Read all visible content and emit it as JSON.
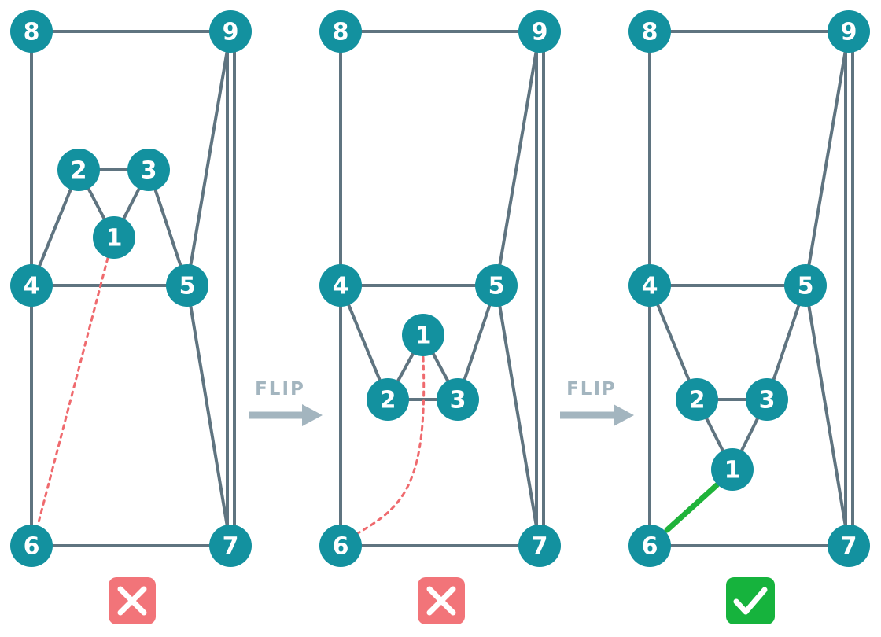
{
  "colors": {
    "node": "#13919f",
    "edge": "#5f7480",
    "invalid_edge": "#ef6a6e",
    "valid_edge": "#1fb33a",
    "arrow": "#a3b5bf",
    "badge_fail": "#f27479",
    "badge_pass": "#16b33d"
  },
  "flip_label": "FLIP",
  "panels": [
    {
      "nodes": [
        {
          "id": "8",
          "label": "8"
        },
        {
          "id": "9",
          "label": "9"
        },
        {
          "id": "2",
          "label": "2"
        },
        {
          "id": "3",
          "label": "3"
        },
        {
          "id": "1",
          "label": "1"
        },
        {
          "id": "4",
          "label": "4"
        },
        {
          "id": "5",
          "label": "5"
        },
        {
          "id": "6",
          "label": "6"
        },
        {
          "id": "7",
          "label": "7"
        }
      ],
      "edges": [
        [
          "8",
          "9"
        ],
        [
          "8",
          "4"
        ],
        [
          "4",
          "6"
        ],
        [
          "6",
          "7"
        ],
        [
          "4",
          "5"
        ],
        [
          "9",
          "5"
        ],
        [
          "9",
          "7"
        ],
        [
          "5",
          "7"
        ],
        [
          "2",
          "3"
        ],
        [
          "2",
          "1"
        ],
        [
          "3",
          "1"
        ],
        [
          "2",
          "4"
        ],
        [
          "3",
          "5"
        ]
      ],
      "new_edge": {
        "from": "1",
        "to": "6",
        "status": "invalid"
      },
      "result_badge": "fail-icon"
    },
    {
      "nodes": [
        {
          "id": "8",
          "label": "8"
        },
        {
          "id": "9",
          "label": "9"
        },
        {
          "id": "4",
          "label": "4"
        },
        {
          "id": "5",
          "label": "5"
        },
        {
          "id": "1",
          "label": "1"
        },
        {
          "id": "2",
          "label": "2"
        },
        {
          "id": "3",
          "label": "3"
        },
        {
          "id": "6",
          "label": "6"
        },
        {
          "id": "7",
          "label": "7"
        }
      ],
      "edges": [
        [
          "8",
          "9"
        ],
        [
          "8",
          "4"
        ],
        [
          "4",
          "6"
        ],
        [
          "6",
          "7"
        ],
        [
          "4",
          "5"
        ],
        [
          "9",
          "5"
        ],
        [
          "9",
          "7"
        ],
        [
          "5",
          "7"
        ],
        [
          "2",
          "3"
        ],
        [
          "1",
          "2"
        ],
        [
          "1",
          "3"
        ],
        [
          "4",
          "2"
        ],
        [
          "5",
          "3"
        ]
      ],
      "new_edge": {
        "from": "1",
        "to": "6",
        "status": "invalid"
      },
      "result_badge": "fail-icon"
    },
    {
      "nodes": [
        {
          "id": "8",
          "label": "8"
        },
        {
          "id": "9",
          "label": "9"
        },
        {
          "id": "4",
          "label": "4"
        },
        {
          "id": "5",
          "label": "5"
        },
        {
          "id": "2",
          "label": "2"
        },
        {
          "id": "3",
          "label": "3"
        },
        {
          "id": "1",
          "label": "1"
        },
        {
          "id": "6",
          "label": "6"
        },
        {
          "id": "7",
          "label": "7"
        }
      ],
      "edges": [
        [
          "8",
          "9"
        ],
        [
          "8",
          "4"
        ],
        [
          "4",
          "6"
        ],
        [
          "6",
          "7"
        ],
        [
          "4",
          "5"
        ],
        [
          "9",
          "5"
        ],
        [
          "9",
          "7"
        ],
        [
          "5",
          "7"
        ],
        [
          "2",
          "3"
        ],
        [
          "2",
          "1"
        ],
        [
          "3",
          "1"
        ],
        [
          "4",
          "2"
        ],
        [
          "5",
          "3"
        ]
      ],
      "new_edge": {
        "from": "1",
        "to": "6",
        "status": "valid"
      },
      "result_badge": "check-icon"
    }
  ]
}
